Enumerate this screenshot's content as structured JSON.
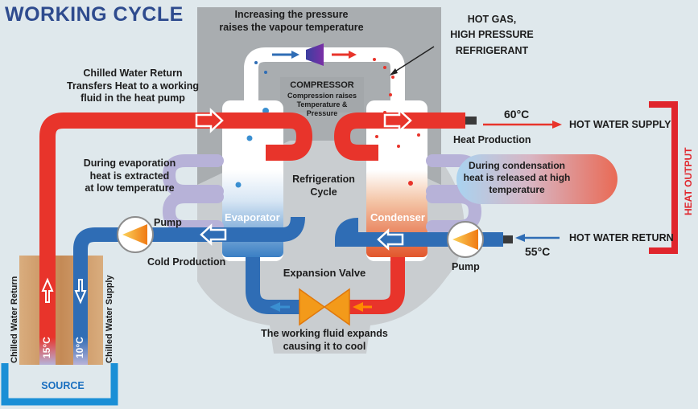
{
  "title": "WORKING CYCLE",
  "labels": {
    "increasing_pressure": "Increasing the pressure\nraises the vapour temperature",
    "hot_gas": "HOT GAS,\nHIGH PRESSURE\nREFRIGERANT",
    "compressor": "COMPRESSOR",
    "compressor_sub": "Compression raises\nTemperature & Pressure",
    "chilled_return_desc": "Chilled Water Return\nTransfers Heat to a working\nfluid in the heat pump",
    "evaporation_desc": "During evaporation\nheat is extracted\nat low temperature",
    "refrigeration_cycle": "Refrigeration\nCycle",
    "condensation_desc": "During condensation\nheat is released at high\ntemperature",
    "heat_production": "Heat Production",
    "hot_water_supply": "HOT WATER SUPPLY",
    "hot_water_return": "HOT WATER RETURN",
    "heat_output": "HEAT OUTPUT",
    "temp_60": "60°C",
    "temp_55": "55°C",
    "pump_left": "Pump",
    "pump_right": "Pump",
    "cold_production": "Cold Production",
    "evaporator": "Evaporator",
    "condenser": "Condenser",
    "expansion_valve": "Expansion Valve",
    "expansion_desc": "The working fluid expands\ncausing it to cool",
    "chilled_water_return": "Chilled Water Return",
    "chilled_water_supply": "Chilled Water Supply",
    "temp_15": "15°C",
    "temp_10": "10°C",
    "source": "SOURCE"
  },
  "colors": {
    "hot": "#e8342b",
    "cold": "#2f6db5",
    "accent": "#2e4b8e",
    "heat_output": "#e0262d",
    "source": "#1a8fd6"
  }
}
